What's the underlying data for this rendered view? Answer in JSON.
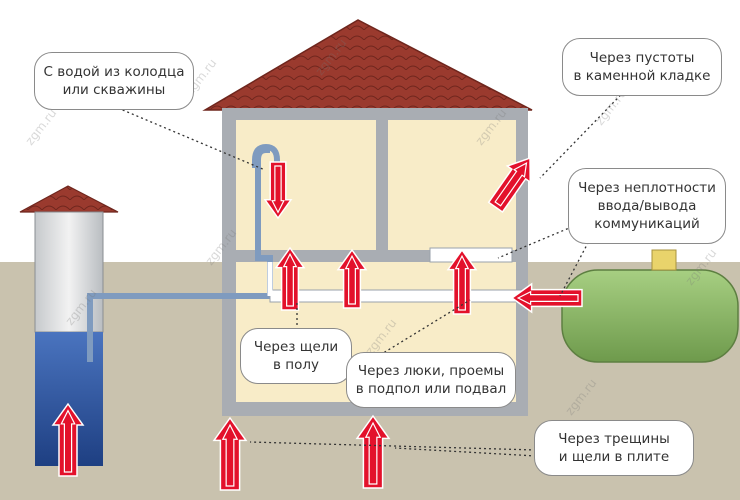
{
  "callouts": {
    "well_water": [
      "С водой из колодца",
      "или скважины"
    ],
    "masonry": [
      "Через пустоты",
      "в каменной кладке"
    ],
    "utilities": [
      "Через неплотности",
      "ввода/вывода",
      "коммуникаций"
    ],
    "floor_gaps": [
      "Через щели",
      "в полу"
    ],
    "hatches": [
      "Через люки, проемы",
      "в подпол или подвал"
    ],
    "slab_cracks": [
      "Через трещины",
      "и щели в плите"
    ]
  },
  "watermark": "zgm.ru",
  "colors": {
    "sky": "#ffffff",
    "ground": "#c9c2ae",
    "roof": "#9a3a2e",
    "wall": "#a9adb3",
    "room": "#f8ecc8",
    "pipe": "#7f9bbf",
    "water": "#2f5aa8",
    "arrow": "#e3112b",
    "tank": "#8fb96b",
    "tank_cap": "#e9d36b"
  }
}
